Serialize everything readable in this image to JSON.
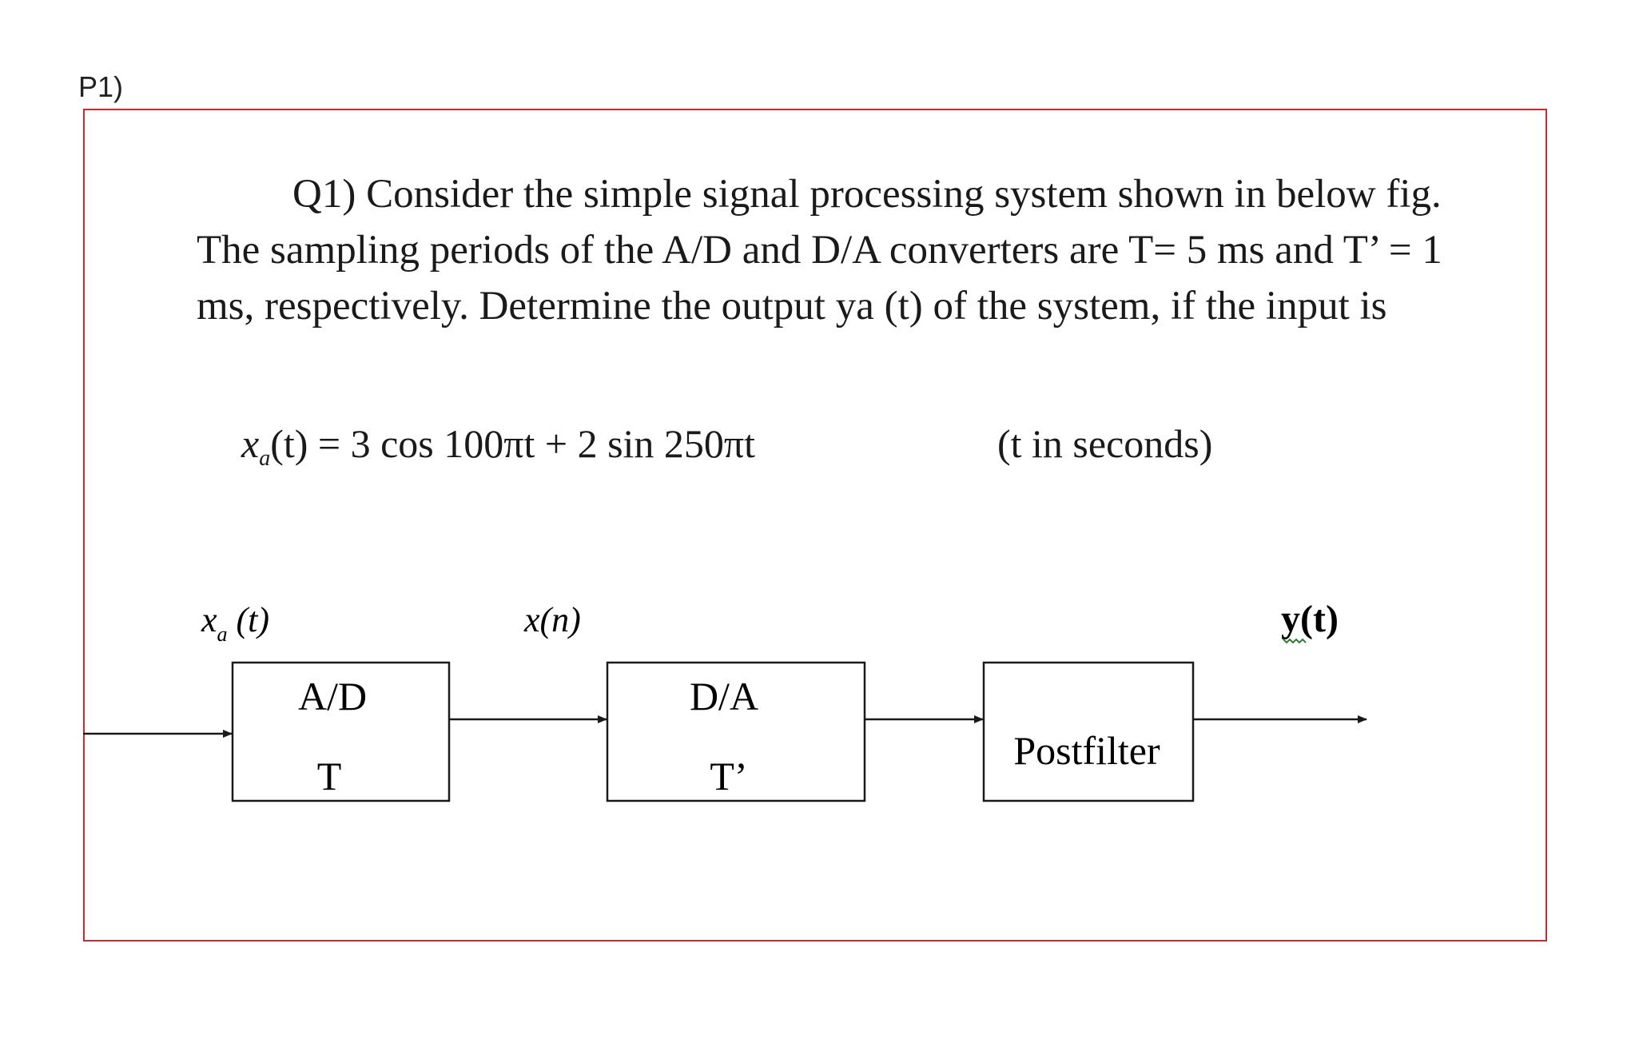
{
  "problem_label": "P1)",
  "question": {
    "text": "Q1) Consider the simple signal processing system shown in below fig. The sampling periods of the A/D and D/A converters are T= 5 ms and T’ = 1 ms, respectively. Determine the output ya (t) of the system, if the input is"
  },
  "equation": {
    "lhs_var": "x",
    "lhs_sub": "a",
    "rhs": "(t) = 3 cos 100πt + 2 sin 250πt",
    "note": "(t in seconds)"
  },
  "diagram": {
    "input_signal_var": "x",
    "input_signal_sub": "a",
    "input_signal_arg": " (t)",
    "intermediate_signal": "x(n)",
    "output_signal": "y(t)",
    "blocks": [
      {
        "id": "ad",
        "line1": "A/D",
        "line2": "T"
      },
      {
        "id": "da",
        "line1": "D/A",
        "line2": "T’"
      },
      {
        "id": "postfilter",
        "line1": "Postfilter",
        "line2": ""
      }
    ]
  },
  "colors": {
    "frame_border": "#d0282f",
    "spellcheck_underline": "#2e7d32"
  }
}
